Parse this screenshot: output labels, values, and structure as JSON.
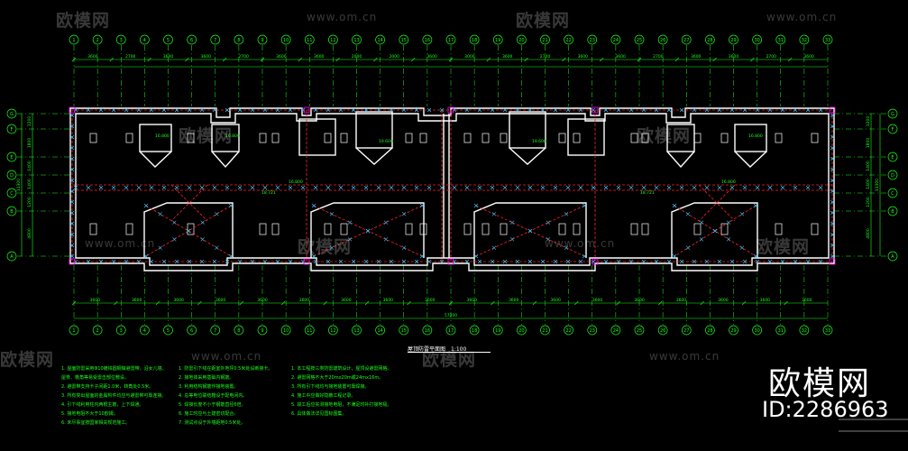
{
  "drawing": {
    "title": "屋顶防雷平面图　1:100",
    "axis_top": [
      "1",
      "2",
      "3",
      "4",
      "5",
      "6",
      "7",
      "8",
      "9",
      "10",
      "11",
      "12",
      "13",
      "14",
      "15",
      "16",
      "17",
      "18",
      "19",
      "20",
      "21",
      "22",
      "23",
      "24",
      "25",
      "26",
      "27",
      "28",
      "29",
      "30",
      "31",
      "32",
      "33"
    ],
    "axis_bottom": [
      "1",
      "2",
      "3",
      "4",
      "5",
      "6",
      "7",
      "8",
      "9",
      "10",
      "11",
      "12",
      "13",
      "14",
      "15",
      "16",
      "17",
      "18",
      "19",
      "20",
      "21",
      "22",
      "23",
      "24",
      "25",
      "26",
      "27",
      "28",
      "29",
      "30",
      "31",
      "32",
      "33"
    ],
    "axis_side": [
      "G",
      "F",
      "E",
      "D",
      "C",
      "B",
      "A"
    ],
    "dim_top": [
      "3600",
      "2700",
      "3600",
      "3600",
      "2700",
      "3600",
      "3600",
      "2000",
      "2000",
      "3600",
      "3000",
      "3600",
      "2700",
      "3600",
      "3600",
      "2700",
      "3600",
      "3600",
      "2700",
      "3600"
    ],
    "dim_bottom": [
      "3600",
      "3600",
      "3600",
      "3600",
      "3600",
      "3600",
      "3600",
      "3600",
      "3600",
      "3600",
      "3600",
      "3600",
      "3600",
      "3600",
      "3600",
      "3600",
      "3600",
      "3600"
    ],
    "total_dim": "57200",
    "side_dims": [
      "1200",
      "1800",
      "1400",
      "1400",
      "1200",
      "4800"
    ],
    "side_total": "11300",
    "elev_labels": [
      "16.800",
      "16.800",
      "19.600",
      "16.800",
      "19.600",
      "16.800",
      "16.800",
      "18.721",
      "18.721"
    ],
    "notes": [
      [
        "1. 屋面防雷采用Φ10镀锌圆钢做避雷带，沿女儿墙、",
        "屋脊、檐角等易受雷击部位敷设。",
        "2. 避雷带支持卡子间距1.0米，转角处0.5米。",
        "3. 所有突出屋面的金属构件均应与避雷带可靠连接。",
        "4. 引下线利用柱内两根主筋，上下焊通。",
        "5. 接地电阻不大于10欧姆。",
        "6. 未尽事宜按国家相关规范施工。"
      ],
      [
        "1. 防雷引下线在距室外地坪0.5米处设断接卡。",
        "2. 接地体采用基础内钢筋。",
        "3. 利用结构钢筋作接地装置。",
        "4. 总等电位联结箱设于配电间内。",
        "5. 焊接长度不小于钢筋直径6倍。",
        "6. 施工时应与土建密切配合。",
        "7. 测试点设于外墙距地0.5米处。"
      ],
      [
        "1. 本工程按三类防雷建筑设计，屋顶设避雷网格。",
        "2. 避雷网格不大于20mx20m或24mx16m。",
        "3. 所有引下线均与接地装置可靠焊接。",
        "4. 施工中应做好隐蔽工程记录。",
        "5. 竣工后应实测接地电阻，不满足时补打接地极。",
        "6. 具体做法详见国标图集。"
      ]
    ],
    "watermark_logo": "欧模网",
    "watermark_url": "www.om.cn",
    "brand_logo": "欧模网",
    "brand_id": "ID:2286963"
  },
  "colors": {
    "background": "#000000",
    "wall": "#ffffff",
    "axis": "#1aff1a",
    "dimension": "#1aff1a",
    "lightning": "#ff2222",
    "marker": "#3cc8ff",
    "accent": "#ff00ff"
  }
}
